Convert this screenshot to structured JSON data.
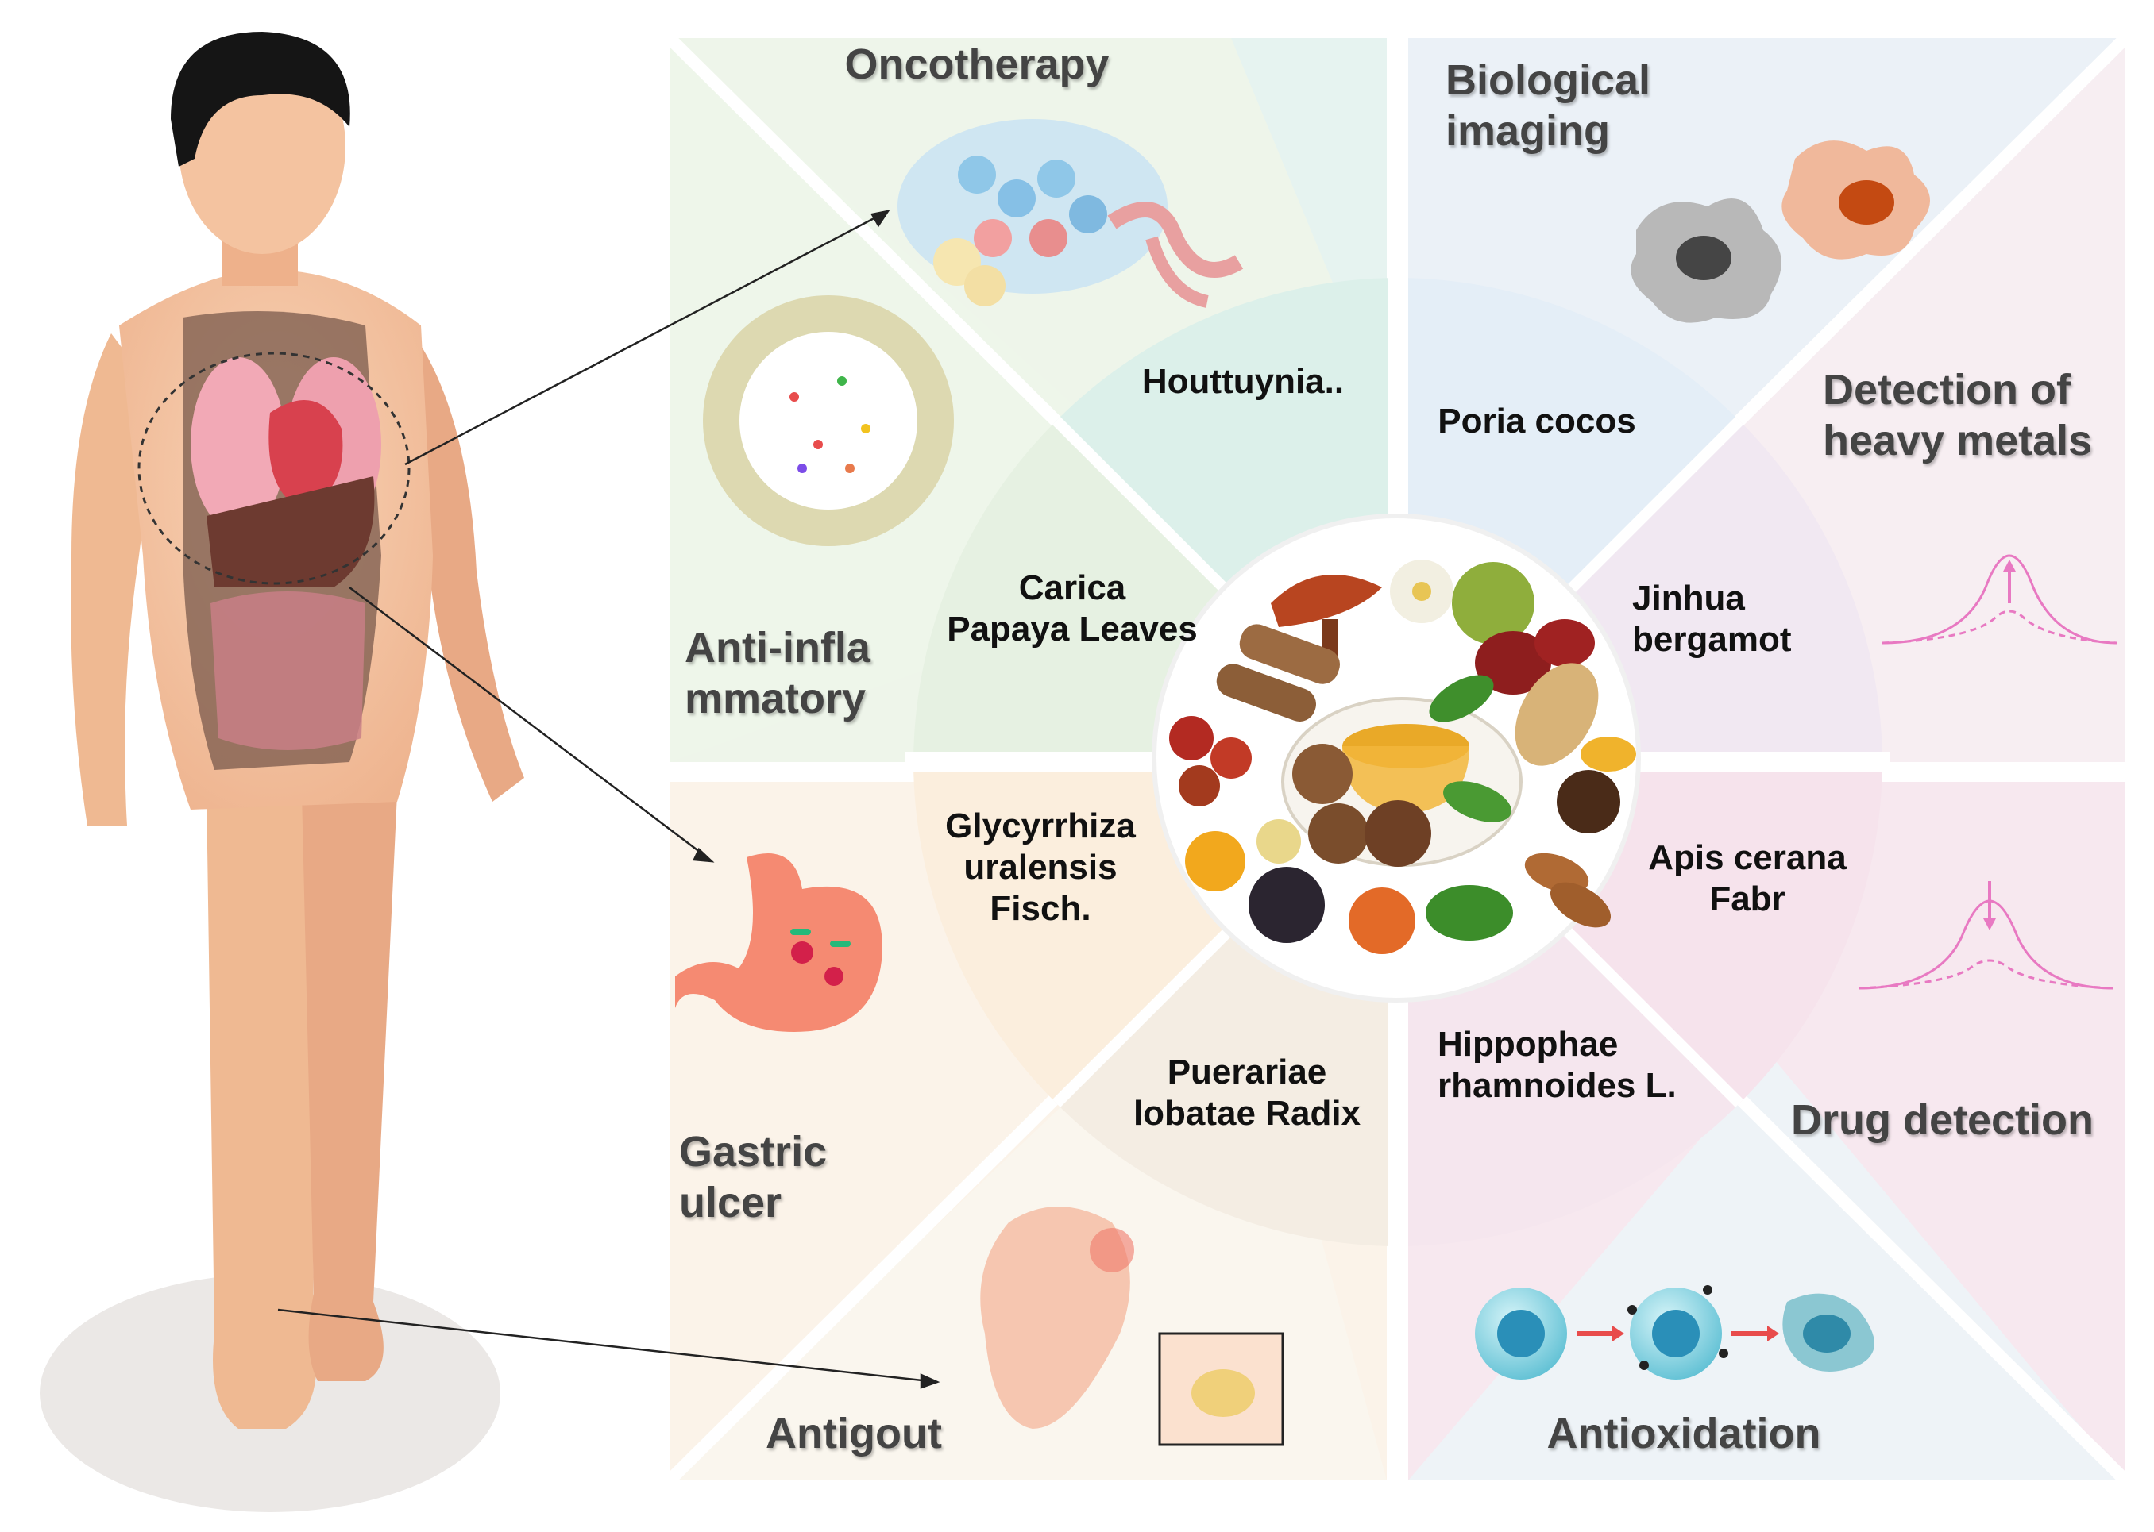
{
  "applications": {
    "oncotherapy": "Oncotherapy",
    "biological_imaging": "Biological\nimaging",
    "anti_inflammatory": "Anti-infla\nmmatory",
    "detection_heavy_metals": "Detection of\nheavy metals",
    "gastric_ulcer": "Gastric\nulcer",
    "drug_detection": "Drug detection",
    "antigout": "Antigout",
    "antioxidation": "Antioxidation"
  },
  "herbs": {
    "houttuynia": "Houttuynia..",
    "poria": "Poria cocos",
    "carica": "Carica\nPapaya Leaves",
    "jinhua": "Jinhua\nbergamot",
    "glycyrrhiza": "Glycyrrhiza\nuralensis\nFisch.",
    "apis": "Apis cerana\nFabr",
    "pueraria": "Puerariae\nlobatae Radix",
    "hippophae": "Hippophae\nrhamnoides L."
  },
  "colors": {
    "green_panel": "#eef5e9",
    "teal_panel": "#e3f2ee",
    "blue_panel": "#e8f0f7",
    "pink_panel": "#f9eaf0",
    "orange_panel": "#fbf0e2",
    "cream_panel": "#faf3e8",
    "skin": "#f6c9a8",
    "curve": "#e879c2"
  }
}
